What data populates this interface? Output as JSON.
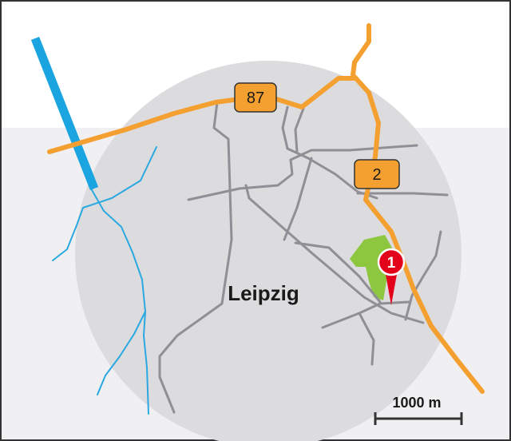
{
  "map": {
    "city_label": "Leipzig",
    "highway_shields": [
      {
        "label": "87"
      },
      {
        "label": "2"
      }
    ],
    "marker": {
      "label": "1"
    },
    "scale_bar": {
      "label": "1000 m"
    }
  },
  "colors": {
    "page_background": "#ffffff",
    "side_band": "#f0f0f3",
    "circle_fill": "#dcdcdf",
    "frame_border": "#333333",
    "highway": "#f4a030",
    "shield_fill": "#f4a030",
    "road": "#8f8f95",
    "river": "#2aa8e0",
    "canal": "#1aa5e0",
    "park": "#8dc63f",
    "marker": "#e3001b"
  }
}
